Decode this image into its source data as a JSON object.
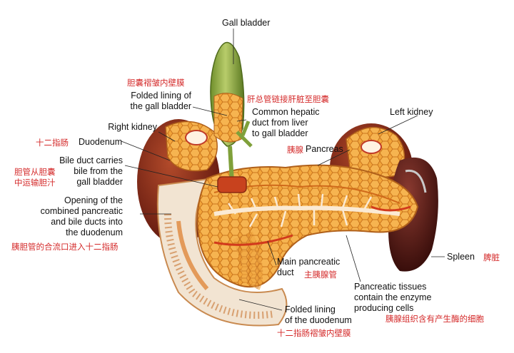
{
  "labels": {
    "gall_bladder": "Gall bladder",
    "folded_gb_cn": "胆囊褶皱内壁膜",
    "folded_gb_en": "Folded lining of\nthe gall bladder",
    "common_hepatic_cn": "肝总管链接肝脏至胆囊",
    "common_hepatic_en": "Common hepatic\nduct from liver\nto gall bladder",
    "left_kidney": "Left kidney",
    "right_kidney": "Right kidney",
    "duodenum_cn": "十二指肠",
    "duodenum_en": "Duodenum",
    "pancreas_cn": "胰腺",
    "pancreas_en": "Pancreas",
    "bile_duct_en": "Bile duct carries\nbile from the\ngall bladder",
    "bile_duct_cn": "胆管从胆囊\n中运输胆汁",
    "opening_en": "Opening of the\ncombined pancreatic\nand bile ducts into\nthe duodenum",
    "opening_cn": "胰胆管的合流口进入十二指肠",
    "main_duct_en": "Main pancreatic\nduct",
    "main_duct_cn": "主胰腺管",
    "spleen_en": "Spleen",
    "spleen_cn": "脾脏",
    "tissues_en": "Pancreatic tissues\ncontain the enzyme\nproducing cells",
    "tissues_cn": "胰腺组织含有产生酶的细胞",
    "folded_duo_en": "Folded lining\nof the duodenum",
    "folded_duo_cn": "十二指肠褶皱内壁膜"
  },
  "colors": {
    "label_en": "#111111",
    "label_cn": "#d42a2a",
    "gall_bladder": "#8fb04a",
    "pancreas": "#f0a33a",
    "kidney": "#8a2418",
    "spleen": "#5a1410",
    "duodenum": "#f4e6d6"
  }
}
